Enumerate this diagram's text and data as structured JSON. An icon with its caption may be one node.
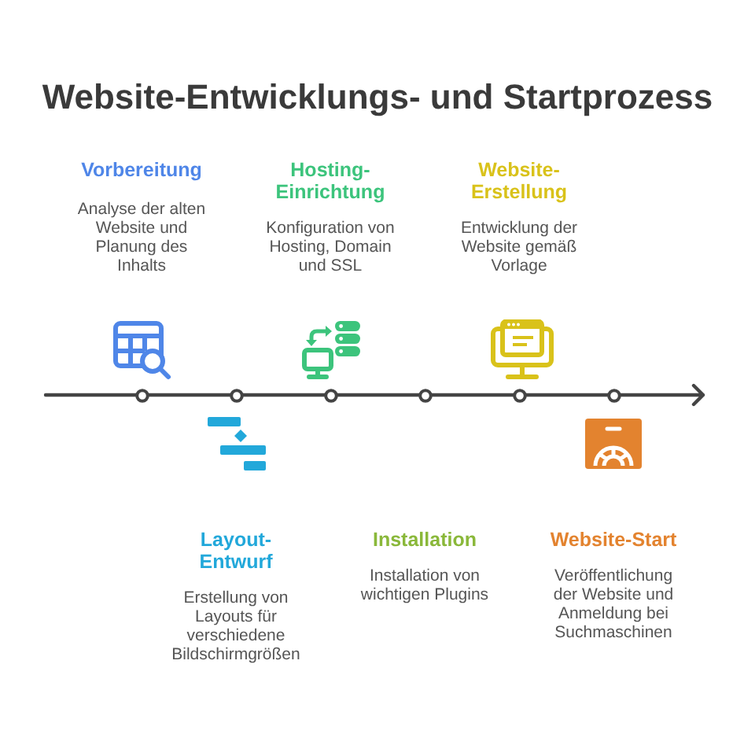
{
  "diagram": {
    "title": "Website-Entwicklungs- und Startprozess",
    "nodes": [
      {
        "text": [
          "Vorbereitung",
          "Analyse der alten Website und Planung des Inhalts"
        ]
      },
      {
        "text": [
          "Layout-Entwurf",
          "Erstellung von Layouts für verschiedene Bildschirmgrößen"
        ]
      },
      {
        "text": [
          "Hosting-Einrichtung",
          "Konfiguration von Hosting, Domain und SSL"
        ]
      },
      {
        "text": [
          "Installation",
          "Installation von wichtigen Plugins"
        ]
      },
      {
        "text": [
          "Website-Erstellung",
          "Entwicklung der Website gemäß Vorlage"
        ]
      },
      {
        "text": [
          "Website-Start",
          "Veröffentlichung der Website und Anmeldung bei Suchmaschinen"
        ]
      }
    ]
  }
}
